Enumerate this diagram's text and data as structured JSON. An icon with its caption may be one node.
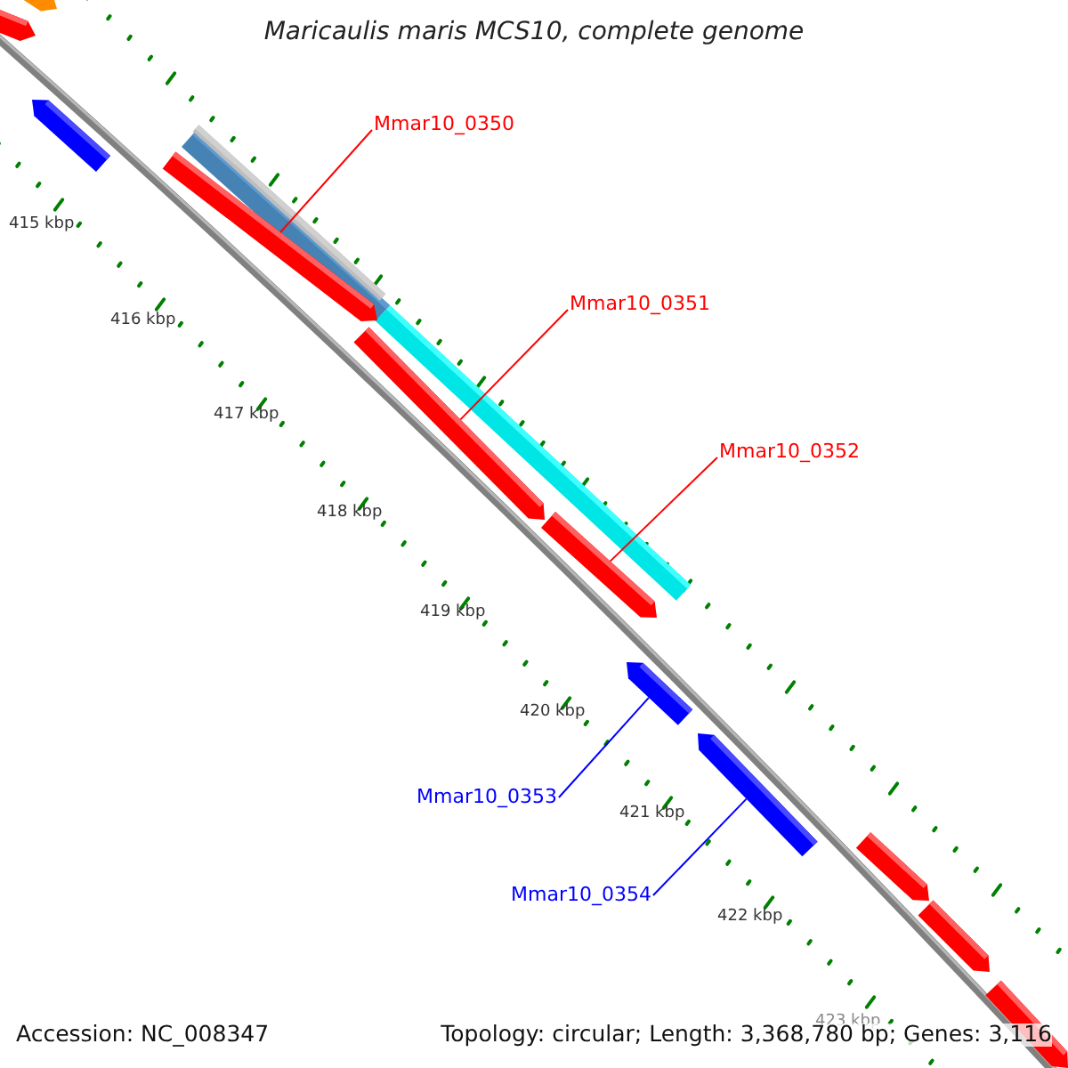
{
  "diagram": {
    "title": "Maricaulis maris MCS10, complete genome",
    "nodes": [
      {
        "text": [
          "Mmar10_0350"
        ]
      },
      {
        "text": [],
        "shape": "arrow"
      },
      {
        "text": [
          "Mmar10_0351"
        ]
      },
      {
        "text": [],
        "shape": "arrow"
      },
      {
        "text": [
          "Mmar10_0352"
        ]
      },
      {
        "text": [],
        "shape": "arrow"
      },
      {
        "text": [],
        "shape": "arrow"
      },
      {
        "text": [
          "Mmar10_0353"
        ]
      },
      {
        "text": [],
        "shape": "arrow"
      },
      {
        "text": [
          "Mmar10_0354"
        ]
      }
    ],
    "edges": [
      {
        "from": 0,
        "to": 1,
        "arrow": "none",
        "color": "#ff0000"
      },
      {
        "from": 2,
        "to": 3,
        "arrow": "none",
        "color": "#ff0000"
      },
      {
        "from": 4,
        "to": 5,
        "arrow": "none",
        "color": "#ff0000"
      },
      {
        "from": 7,
        "to": 6,
        "arrow": "none",
        "color": "#0000ff"
      },
      {
        "from": 9,
        "to": 8,
        "arrow": "none",
        "color": "#0000ff"
      }
    ],
    "labels": [
      "415 kbp",
      "416 kbp",
      "417 kbp",
      "418 kbp",
      "419 kbp",
      "420 kbp",
      "421 kbp",
      "422 kbp",
      "423 kbp",
      "Accession: NC_008347",
      "Topology: circular; Length: 3,368,780 bp; Genes: 3,116"
    ]
  }
}
